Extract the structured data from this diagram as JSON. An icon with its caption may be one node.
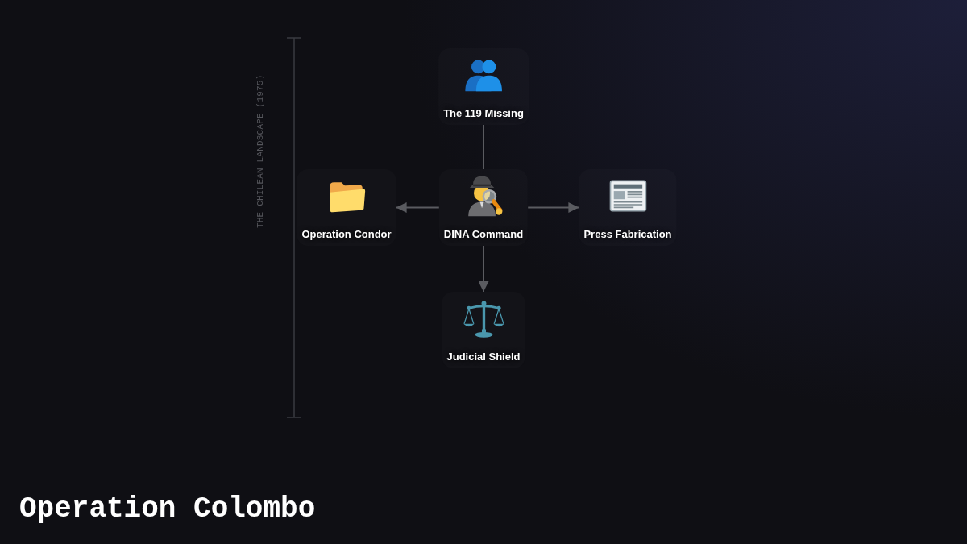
{
  "diagram": {
    "title": "Operation Colombo",
    "nodes": [
      {
        "text": [
          "The 119 Missing"
        ]
      },
      {
        "text": [
          "DINA Command"
        ]
      },
      {
        "text": [
          "Operation Condor"
        ]
      },
      {
        "text": [
          "Press Fabrication"
        ]
      },
      {
        "text": [
          "Judicial Shield"
        ]
      }
    ],
    "edges": [
      {
        "from": 0,
        "to": 1,
        "arrow": "none"
      },
      {
        "from": 1,
        "to": 2,
        "arrow": "to"
      },
      {
        "from": 1,
        "to": 3,
        "arrow": "to"
      },
      {
        "from": 1,
        "to": 4,
        "arrow": "to"
      }
    ],
    "labels": [
      "THE CHILEAN LANDSCAPE (1975)"
    ]
  }
}
